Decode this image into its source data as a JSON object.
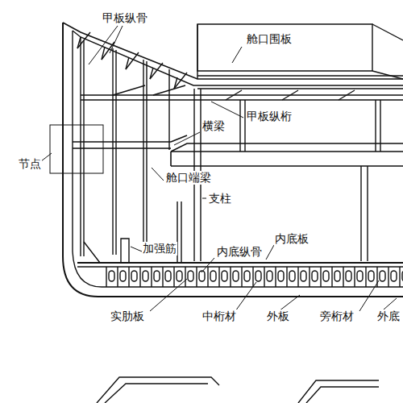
{
  "diagram": {
    "labels": [
      "甲板纵骨",
      "舱口围板",
      "甲板纵桁",
      "横梁",
      "节点",
      "舱口端梁",
      "支柱",
      "内底板",
      "加强筋",
      "内底纵骨",
      "实肋板",
      "中桁材",
      "外板",
      "旁桁材",
      "外底"
    ]
  }
}
